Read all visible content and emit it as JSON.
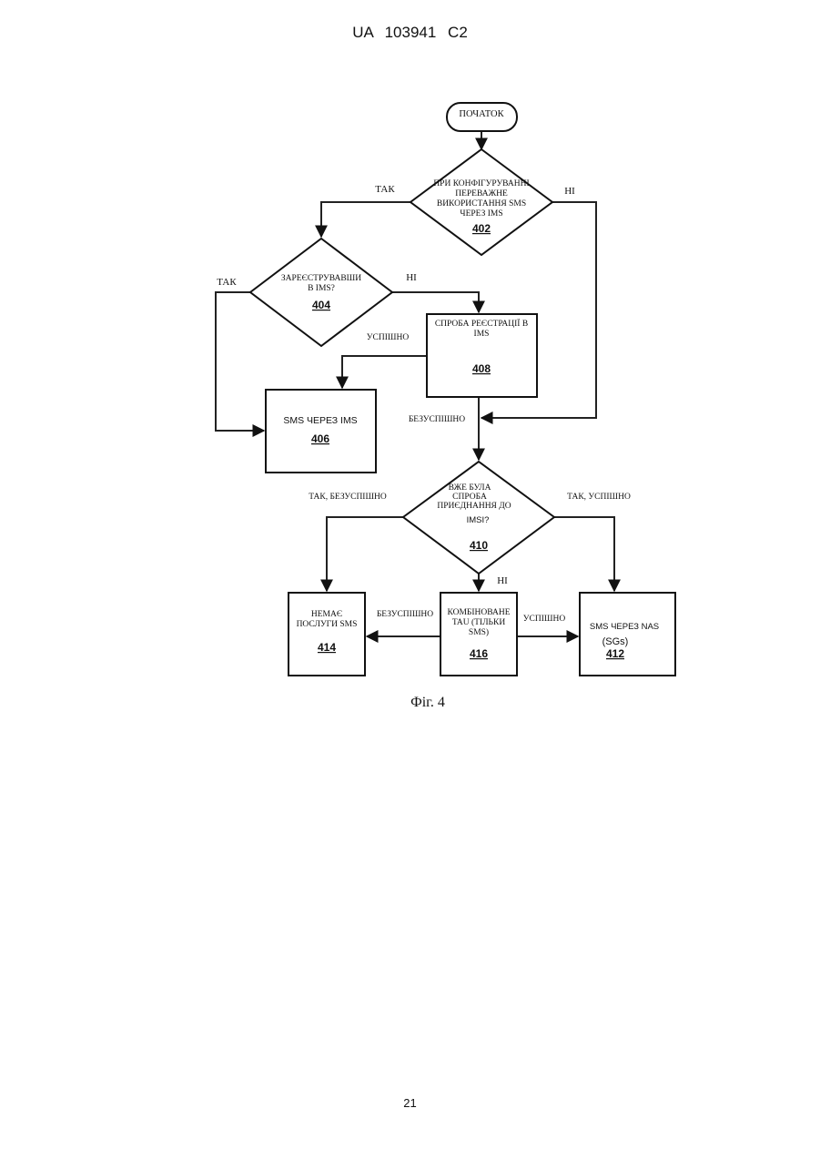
{
  "header": {
    "doc_id": "UA   103941   C2"
  },
  "page_number": "21",
  "figure": {
    "caption": "Фіг. 4",
    "start": {
      "label": "ПОЧАТОК"
    },
    "decision_402": {
      "lines": [
        "ПРИ КОНФІГУРУВАННІ",
        "ПЕРЕВАЖНЕ",
        "ВИКОРИСТАННЯ SMS",
        "ЧЕРЕЗ IMS"
      ],
      "number": "402",
      "yes_label": "ТАК",
      "no_label": "НІ"
    },
    "decision_404": {
      "lines": [
        "ЗАРЕЄСТРУВАВШИ",
        "В IMS?"
      ],
      "number": "404",
      "yes_label": "ТАК",
      "no_label": "НІ"
    },
    "box_408": {
      "lines": [
        "СПРОБА РЕЄСТРАЦІЇ В",
        "IMS"
      ],
      "number": "408",
      "success_label": "УСПІШНО",
      "fail_label": "БЕЗУСПІШНО"
    },
    "box_406": {
      "text": "SMS  ЧЕРЕЗ IMS",
      "number": "406"
    },
    "decision_410": {
      "lines": [
        "ВЖЕ БУЛА",
        "СПРОБА",
        "ПРИЄДНАННЯ ДО"
      ],
      "line4": "IMSI?",
      "number": "410",
      "left_label": "ТАК, БЕЗУСПІШНО",
      "right_label": "ТАК, УСПІШНО",
      "no_label": "НІ"
    },
    "box_414": {
      "lines": [
        "НЕМАЄ",
        "ПОСЛУГИ SMS"
      ],
      "number": "414"
    },
    "box_416": {
      "lines": [
        "КОМБІНОВАНЕ",
        "TAU (ТІЛЬКИ",
        "SMS)"
      ],
      "number": "416",
      "fail_label": "БЕЗУСПІШНО",
      "success_label": "УСПІШНО"
    },
    "box_412": {
      "line1": "SMS ЧЕРЕЗ NAS",
      "line2": "(SGs)",
      "number": "412"
    }
  }
}
